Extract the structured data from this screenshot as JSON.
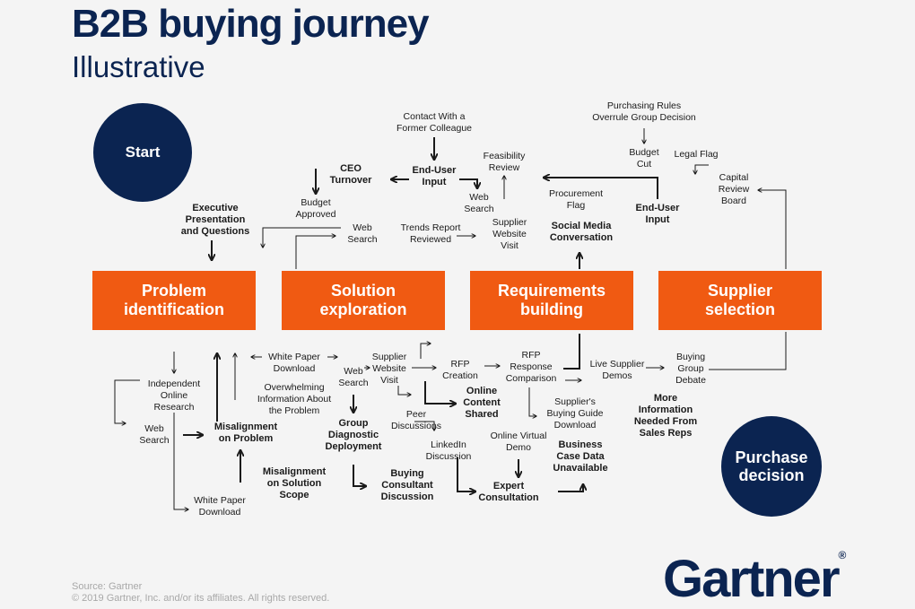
{
  "header": {
    "title": "B2B buying journey",
    "subtitle": "Illustrative"
  },
  "start": "Start",
  "end": "Purchase\ndecision",
  "stages": [
    "Problem\nidentification",
    "Solution\nexploration",
    "Requirements\nbuilding",
    "Supplier\nselection"
  ],
  "labels": [
    {
      "t": "Contact With a\nFormer Colleague"
    },
    {
      "t": "End-User\nInput",
      "b": true
    },
    {
      "t": "CEO\nTurnover",
      "b": true
    },
    {
      "t": "Feasibility\nReview"
    },
    {
      "t": "Web\nSearch"
    },
    {
      "t": "Budget\nApproved"
    },
    {
      "t": "Executive\nPresentation\nand Questions",
      "b": true
    },
    {
      "t": "Web\nSearch"
    },
    {
      "t": "Trends Report\nReviewed"
    },
    {
      "t": "Supplier\nWebsite\nVisit"
    },
    {
      "t": "Purchasing Rules\nOverrule Group Decision"
    },
    {
      "t": "Budget\nCut"
    },
    {
      "t": "Legal Flag"
    },
    {
      "t": "Capital\nReview\nBoard"
    },
    {
      "t": "Procurement\nFlag"
    },
    {
      "t": "End-User\nInput",
      "b": true
    },
    {
      "t": "Social Media\nConversation",
      "b": true
    },
    {
      "t": "Independent\nOnline\nResearch"
    },
    {
      "t": "Web\nSearch"
    },
    {
      "t": "Misalignment\non Problem",
      "b": true
    },
    {
      "t": "White Paper\nDownload"
    },
    {
      "t": "Misalignment\non Solution\nScope",
      "b": true
    },
    {
      "t": "White Paper\nDownload"
    },
    {
      "t": "Overwhelming\nInformation About\nthe Problem"
    },
    {
      "t": "Web\nSearch"
    },
    {
      "t": "Group\nDiagnostic\nDeployment",
      "b": true
    },
    {
      "t": "Buying\nConsultant\nDiscussion",
      "b": true
    },
    {
      "t": "Supplier\nWebsite\nVisit"
    },
    {
      "t": "RFP\nCreation"
    },
    {
      "t": "Online\nContent\nShared",
      "b": true
    },
    {
      "t": "Peer\nDiscussions"
    },
    {
      "t": "LinkedIn\nDiscussion"
    },
    {
      "t": "RFP\nResponse\nComparison"
    },
    {
      "t": "Supplier's\nBuying Guide\nDownload"
    },
    {
      "t": "Online Virtual\nDemo"
    },
    {
      "t": "Expert\nConsultation",
      "b": true
    },
    {
      "t": "Business\nCase Data\nUnavailable",
      "b": true
    },
    {
      "t": "Live Supplier\nDemos"
    },
    {
      "t": "Buying\nGroup\nDebate"
    },
    {
      "t": "More\nInformation\nNeeded From\nSales Reps",
      "b": true
    }
  ],
  "footer": {
    "source": "Source: Gartner",
    "copyright": "© 2019 Gartner, Inc. and/or its affiliates. All rights reserved."
  },
  "logo": {
    "text": "Gartner",
    "mark": "®"
  }
}
